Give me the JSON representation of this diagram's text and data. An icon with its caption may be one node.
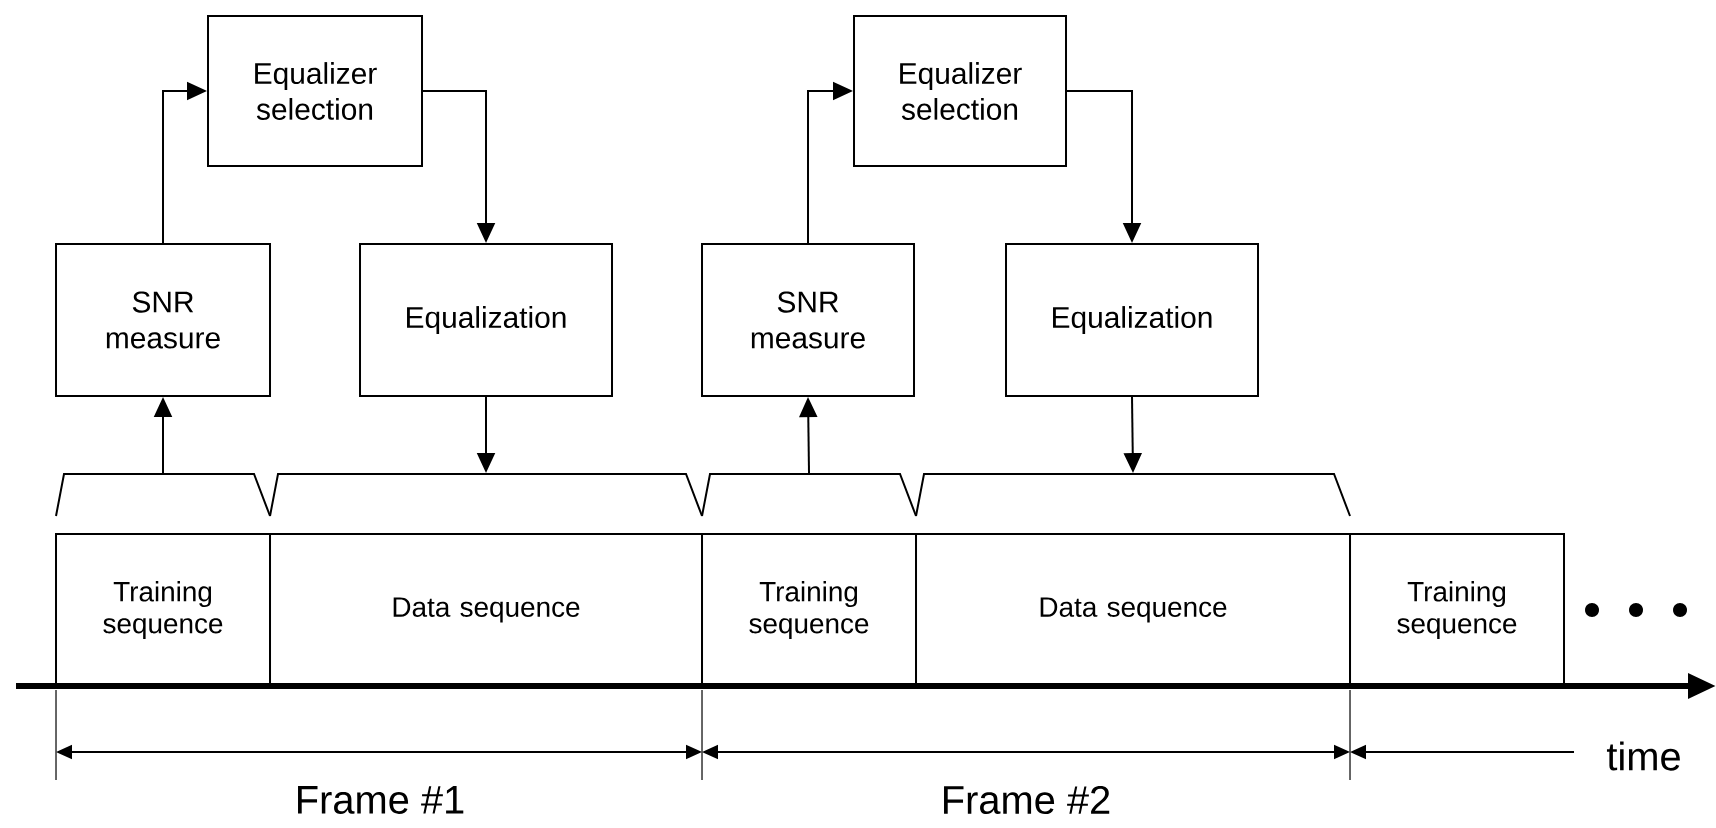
{
  "diagram": {
    "nodes": [
      {
        "text": [
          "Equalizer selection"
        ]
      },
      {
        "text": [
          "SNR measure"
        ]
      },
      {
        "text": [
          "Equalization"
        ]
      },
      {
        "text": [
          "Equalizer selection"
        ]
      },
      {
        "text": [
          "SNR measure"
        ]
      },
      {
        "text": [
          "Equalization"
        ]
      },
      {
        "text": [
          "Training sequence"
        ]
      },
      {
        "text": [
          "Data sequence"
        ]
      },
      {
        "text": [
          "Training sequence"
        ]
      },
      {
        "text": [
          "Data sequence"
        ]
      },
      {
        "text": [
          "Training sequence"
        ]
      }
    ],
    "edges": [
      {
        "from": 6,
        "to": 1,
        "arrow": "to"
      },
      {
        "from": 1,
        "to": 0,
        "arrow": "to"
      },
      {
        "from": 0,
        "to": 2,
        "arrow": "to"
      },
      {
        "from": 2,
        "to": 7,
        "arrow": "to"
      },
      {
        "from": 8,
        "to": 4,
        "arrow": "to"
      },
      {
        "from": 4,
        "to": 3,
        "arrow": "to"
      },
      {
        "from": 3,
        "to": 5,
        "arrow": "to"
      },
      {
        "from": 5,
        "to": 9,
        "arrow": "to"
      }
    ],
    "labels": [
      "Frame #1",
      "Frame #2",
      "time"
    ]
  }
}
